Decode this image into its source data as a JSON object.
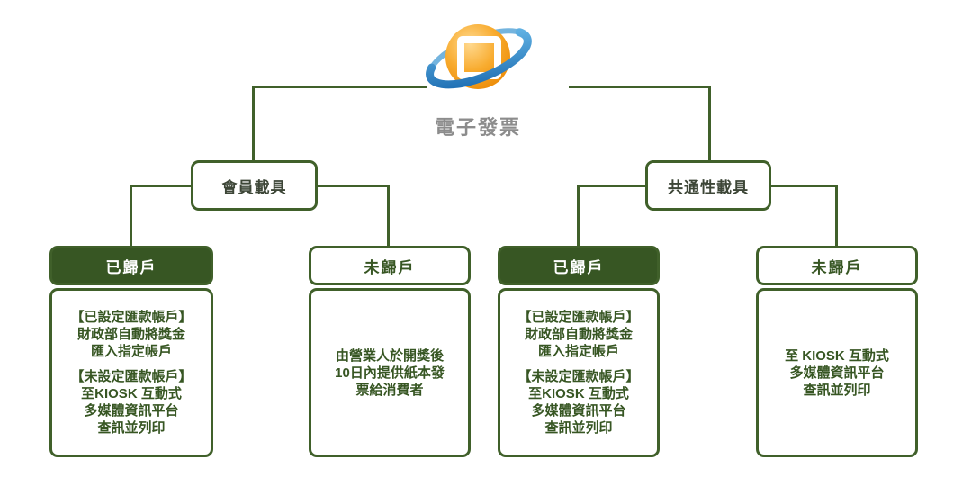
{
  "logo": {
    "caption": "電子發票"
  },
  "colors": {
    "line": "#40602a",
    "header_fill_dark": "#375623",
    "body_text": "#375623",
    "logo_caption": "#8c8c8c",
    "logo_orange": "#f39c12",
    "logo_blue": "#2e7fc2"
  },
  "tree": {
    "branches": [
      {
        "label": "會員載具",
        "children": [
          {
            "title": "已歸戶",
            "style": "dark",
            "paragraphs": [
              "【已設定匯款帳戶】\n財政部自動將獎金\n匯入指定帳戶",
              "【未設定匯款帳戶】\n至KIOSK 互動式\n多媒體資訊平台\n查訊並列印"
            ]
          },
          {
            "title": "未歸戶",
            "style": "light",
            "paragraphs": [
              "由營業人於開獎後\n10日內提供紙本發\n票給消費者"
            ]
          }
        ]
      },
      {
        "label": "共通性載具",
        "children": [
          {
            "title": "已歸戶",
            "style": "dark",
            "paragraphs": [
              "【已設定匯款帳戶】\n財政部自動將獎金\n匯入指定帳戶",
              "【未設定匯款帳戶】\n至KIOSK 互動式\n多媒體資訊平台\n查訊並列印"
            ]
          },
          {
            "title": "未歸戶",
            "style": "light",
            "paragraphs": [
              "至 KIOSK 互動式\n多媒體資訊平台\n查訊並列印"
            ]
          }
        ]
      }
    ]
  }
}
